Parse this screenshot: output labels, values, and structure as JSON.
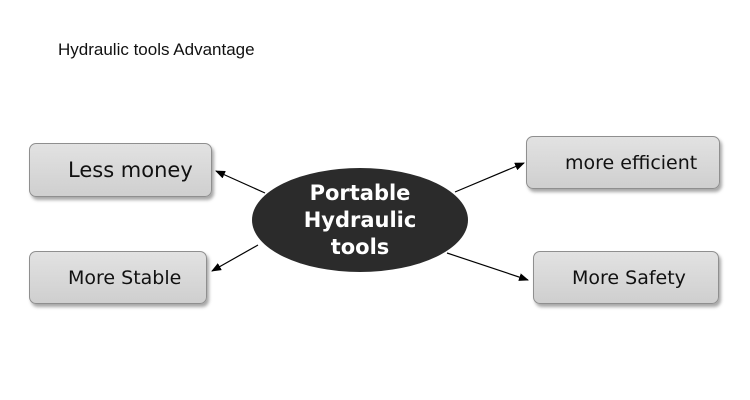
{
  "title": "Hydraulic tools Advantage",
  "center": {
    "lines": [
      "Portable",
      "Hydraulic",
      "tools"
    ]
  },
  "nodes": {
    "top_left": "Less money",
    "bottom_left": "More Stable",
    "top_right": "more efficient",
    "bottom_right": "More Safety"
  },
  "colors": {
    "center_fill": "#2b2b2b",
    "center_text": "#ffffff",
    "box_fill": "#d9d9d9",
    "box_border": "#8f8f8f",
    "arrow": "#000000"
  }
}
